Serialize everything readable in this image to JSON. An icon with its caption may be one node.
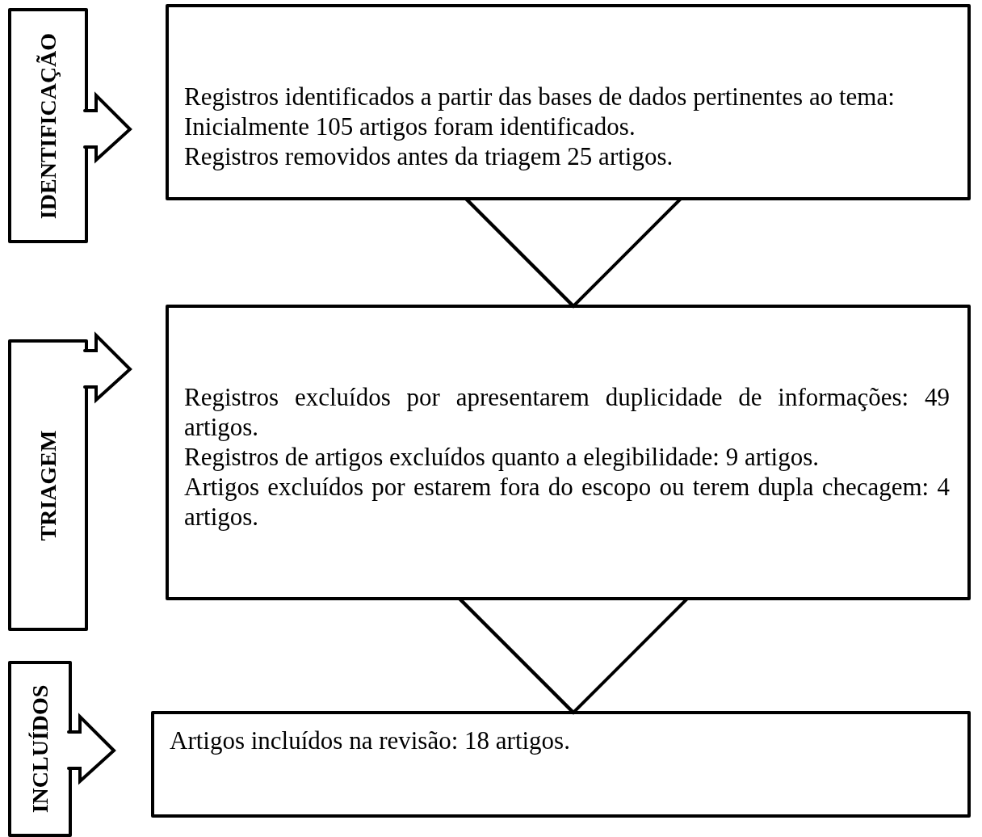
{
  "diagram": {
    "nodes": [
      {
        "text": [
          "IDENTIFICAÇÃO"
        ]
      },
      {
        "text": [
          "Registros identificados a partir das bases de dados pertinentes ao tema:",
          "Inicialmente 105 artigos foram identificados.",
          "Registros removidos antes da triagem 25 artigos."
        ]
      },
      {
        "text": [
          "TRIAGEM"
        ]
      },
      {
        "text": [
          "Registros excluídos por apresentarem duplicidade de informações: 49 artigos.",
          "Registros de artigos excluídos quanto a elegibilidade: 9 artigos.",
          "Artigos excluídos por estarem fora do escopo ou terem dupla checagem: 4 artigos."
        ]
      },
      {
        "text": [
          "INCLUÍDOS"
        ]
      },
      {
        "text": [
          "Artigos incluídos na revisão: 18 artigos."
        ]
      }
    ],
    "edges": [
      {
        "from": 0,
        "to": 1,
        "arrow": "to"
      },
      {
        "from": 1,
        "to": 3,
        "arrow": "to"
      },
      {
        "from": 2,
        "to": 3,
        "arrow": "to"
      },
      {
        "from": 3,
        "to": 5,
        "arrow": "to"
      },
      {
        "from": 4,
        "to": 5,
        "arrow": "to"
      }
    ]
  }
}
